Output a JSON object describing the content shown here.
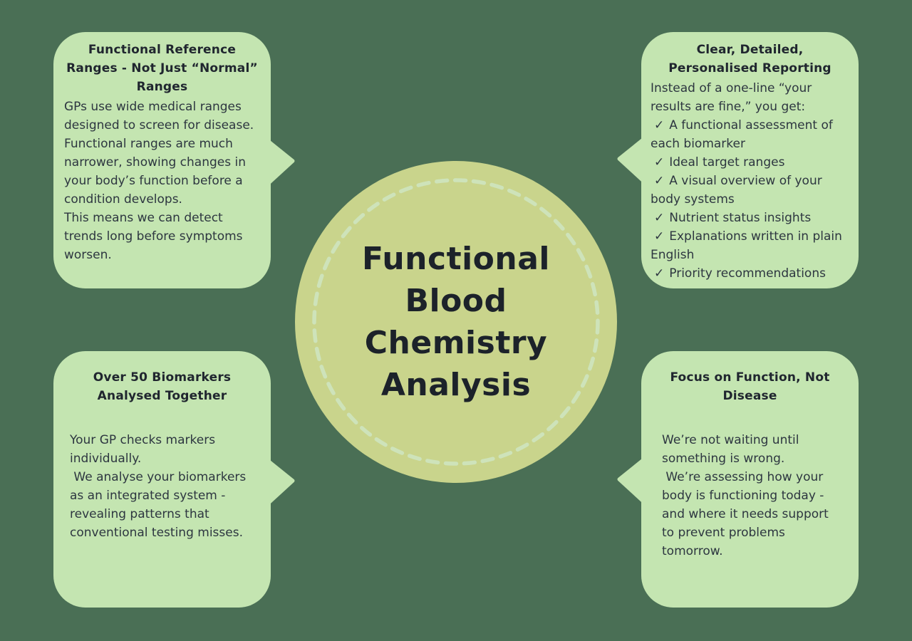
{
  "background": "#4A6F55",
  "colors": {
    "bubble": "#C4E5B1",
    "circle": "#C9D48C",
    "circle_dash": "#CEE3BA",
    "title_text": "#20262F",
    "body_text": "#2D3640"
  },
  "center": {
    "title_lines": [
      "Functional",
      "Blood",
      "Chemistry",
      "Analysis"
    ]
  },
  "bubbles": {
    "top_left": {
      "title_lines": [
        "Functional Reference",
        "Ranges - Not Just “Normal”",
        "Ranges"
      ],
      "paragraphs": [
        "GPs use wide medical ranges designed to screen for disease.",
        "Functional ranges are much narrower, showing changes in your body’s function before a condition develops.",
        "This means we can detect trends long before symptoms worsen."
      ]
    },
    "top_right": {
      "title_lines": [
        "Clear, Detailed,",
        "Personalised Reporting"
      ],
      "intro": "Instead of a one-line “your results are fine,” you get:",
      "check_icon": "✓",
      "items": [
        "A functional assessment of each biomarker",
        "Ideal target ranges",
        "A visual overview of your body systems",
        "Nutrient status insights",
        "Explanations written in plain English",
        "Priority recommendations"
      ]
    },
    "bottom_left": {
      "title_lines": [
        "Over 50 Biomarkers",
        "Analysed Together"
      ],
      "paragraphs": [
        "Your GP checks markers individually.",
        " We analyse your biomarkers as an integrated system - revealing patterns that conventional testing misses."
      ]
    },
    "bottom_right": {
      "title_lines": [
        "Focus on Function, Not",
        "Disease"
      ],
      "paragraphs": [
        "We’re not waiting until something is wrong.",
        " We’re assessing how your body is functioning today - and where it needs support to prevent problems tomorrow."
      ]
    }
  }
}
